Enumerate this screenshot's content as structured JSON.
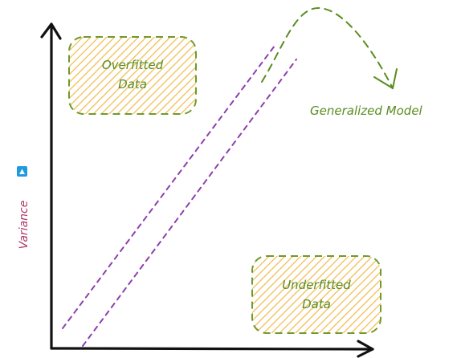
{
  "diagram": {
    "boxes": {
      "overfitted": {
        "line1": "Overfitted",
        "line2": "Data"
      },
      "underfitted": {
        "line1": "Underfitted",
        "line2": "Data"
      }
    },
    "generalized_label": "Generalized Model",
    "y_axis_label": "Variance",
    "colors": {
      "axis": "#111111",
      "box_stroke": "#6f9a2c",
      "hatch": "#f2b43a",
      "guide_lines": "#8d3fae",
      "green_text": "#5a8c1f",
      "variance_text": "#b03567",
      "marker": "#1e9be0"
    },
    "marker_icon": "triangle-up-icon"
  }
}
